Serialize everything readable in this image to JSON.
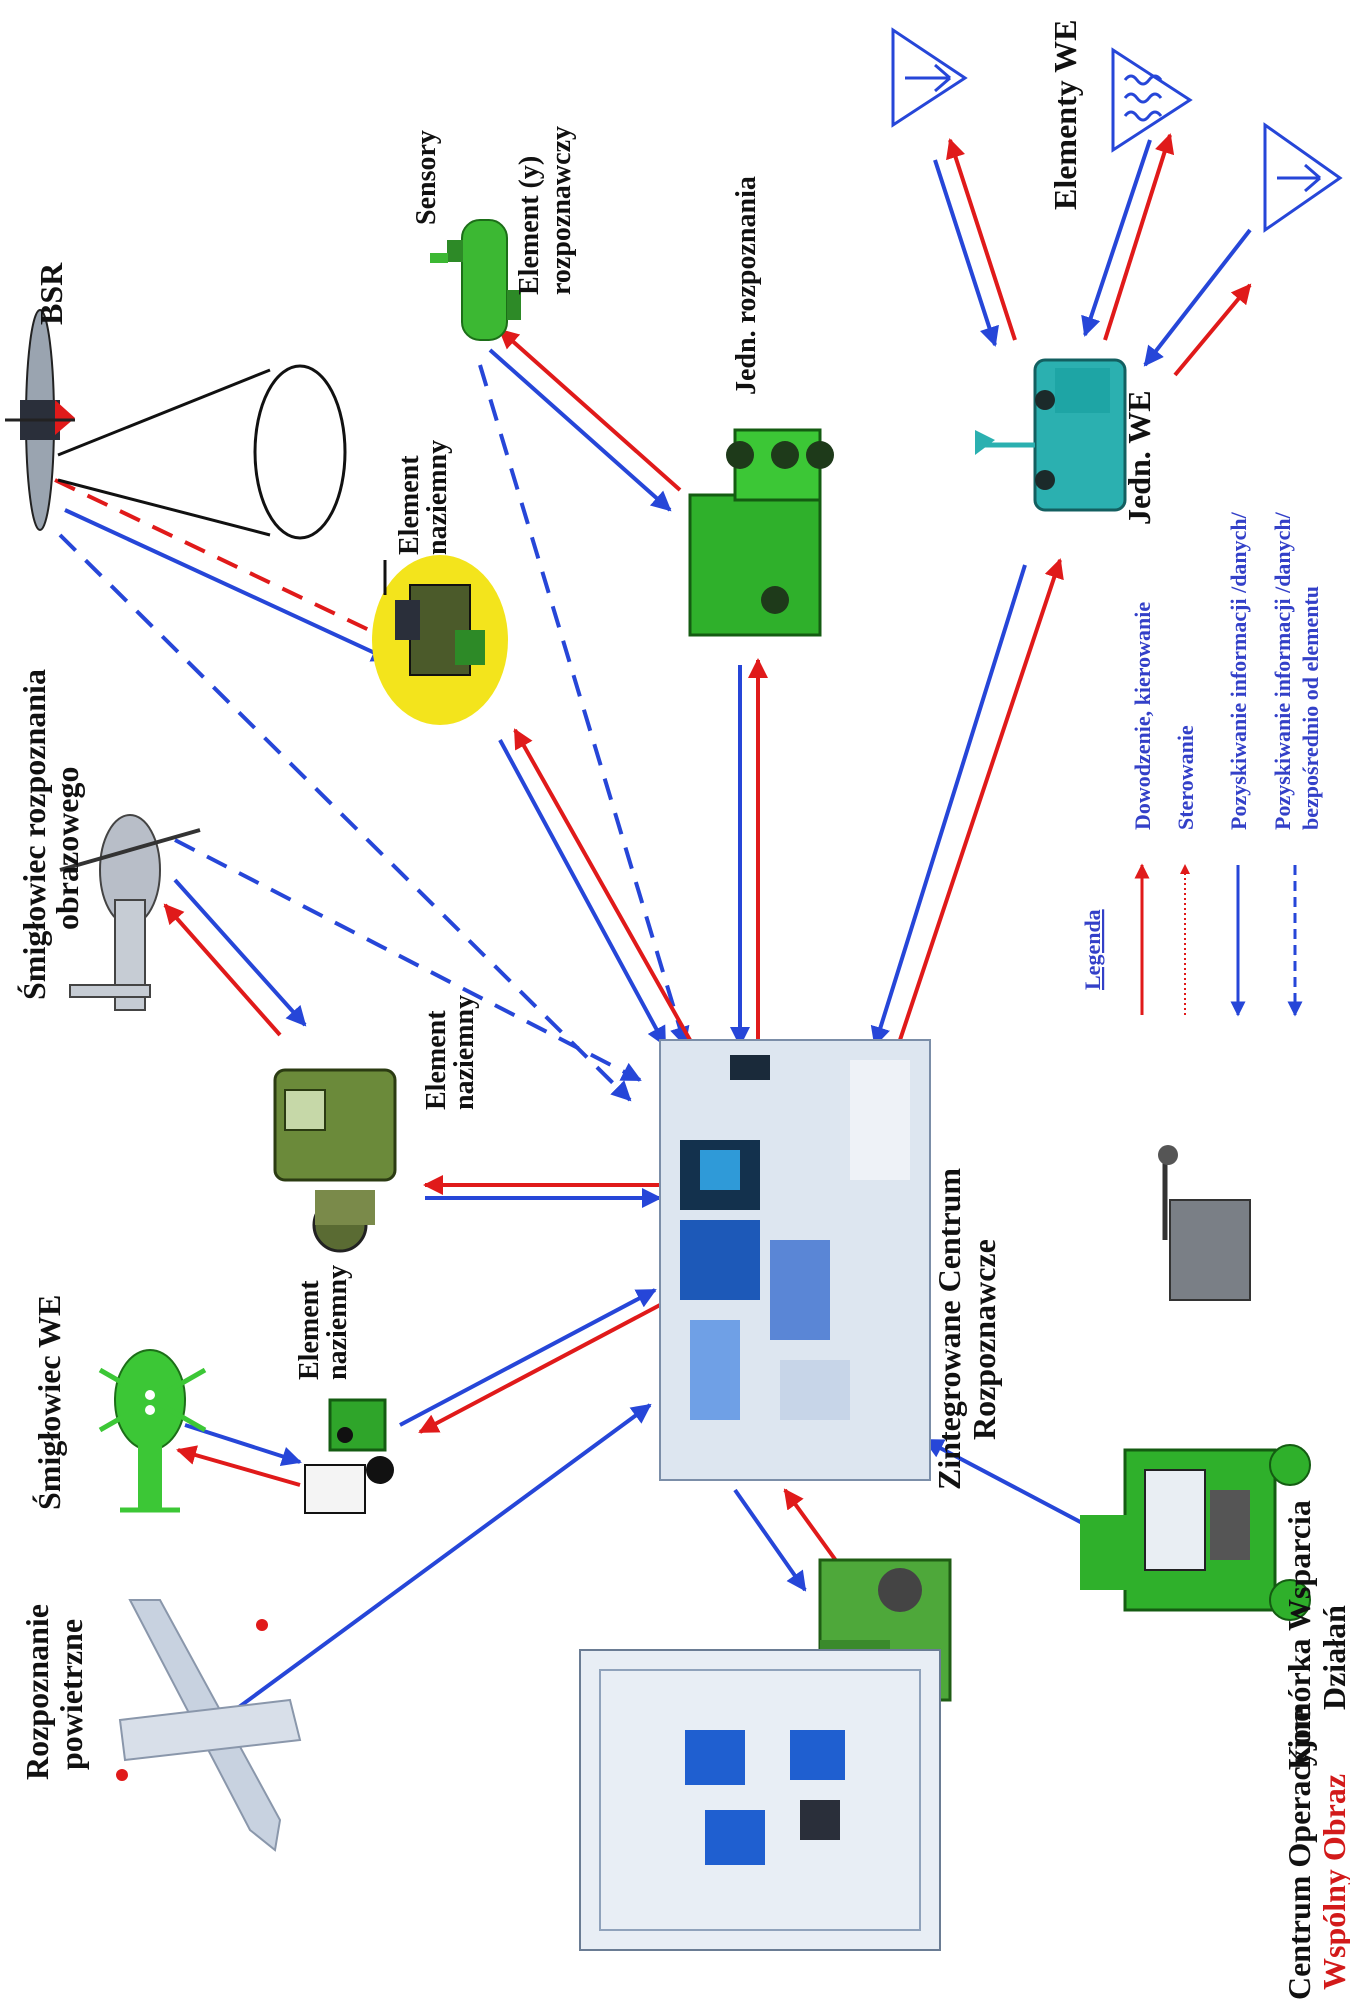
{
  "labels": {
    "bsr": "BSR",
    "sensory": "Sensory",
    "element_rozp_1": "Element (y)",
    "element_rozp_2": "rozpoznawczy",
    "jedn_rozpoznania": "Jedn. rozpoznania",
    "elementy_we": "Elementy WE",
    "jedn_we": "Jedn. WE",
    "element_naziemny_a_1": "Element",
    "element_naziemny_a_2": "naziemny",
    "element_naziemny_b_1": "Element",
    "element_naziemny_b_2": "naziemny",
    "element_naziemny_c_1": "Element",
    "element_naziemny_c_2": "naziemny",
    "smiglowiec_rozp_1": "Śmigłowiec rozpoznania",
    "smiglowiec_rozp_2": "obrazowego",
    "smiglowiec_we": "Śmigłowiec WE",
    "rozpoznanie_powietrzne_1": "Rozpoznanie",
    "rozpoznanie_powietrzne_2": "powietrzne",
    "centrum_1": "Zintegrowane Centrum",
    "centrum_2": "Rozpoznawcze",
    "centrum_operacyjne_1": "Centrum Operacyjne",
    "centrum_operacyjne_2": "Wspólny Obraz",
    "komorka_1": "Komórka Wsparcia",
    "komorka_2": "Działań"
  },
  "legend": {
    "title": "Legenda",
    "items": [
      {
        "label": "Dowodzenie, kierowanie",
        "style": "red-solid"
      },
      {
        "label": "Sterowanie",
        "style": "red-dotted"
      },
      {
        "label": "Pozyskiwanie informacji /danych/",
        "style": "blue-solid"
      },
      {
        "label": "Pozyskiwanie informacji /danych/",
        "label2": "bezpośrednio od elementu",
        "style": "blue-dashed"
      }
    ]
  },
  "colors": {
    "red": "#e01a1a",
    "blue": "#2646d8",
    "green": "#2fa52a",
    "legend_text": "#3340c8"
  }
}
